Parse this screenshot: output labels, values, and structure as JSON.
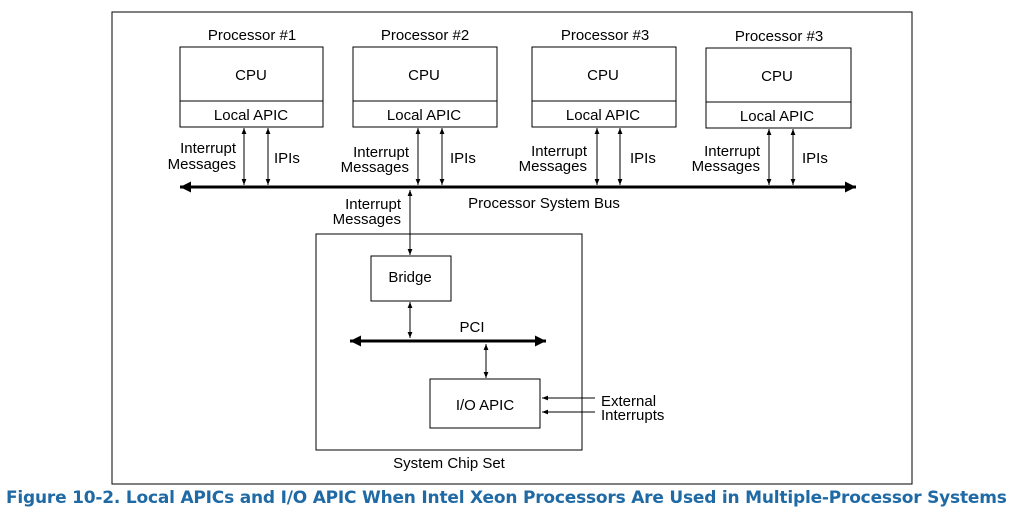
{
  "diagram": {
    "processors": [
      {
        "title": "Processor #1",
        "cpu": "CPU",
        "apic": "Local APIC",
        "msg_line1": "Interrupt",
        "msg_line2": "Messages",
        "ipi": "IPIs"
      },
      {
        "title": "Processor #2",
        "cpu": "CPU",
        "apic": "Local APIC",
        "msg_line1": "Interrupt",
        "msg_line2": "Messages",
        "ipi": "IPIs"
      },
      {
        "title": "Processor #3",
        "cpu": "CPU",
        "apic": "Local APIC",
        "msg_line1": "Interrupt",
        "msg_line2": "Messages",
        "ipi": "IPIs"
      },
      {
        "title": "Processor #3",
        "cpu": "CPU",
        "apic": "Local APIC",
        "msg_line1": "Interrupt",
        "msg_line2": "Messages",
        "ipi": "IPIs"
      }
    ],
    "bus_label": "Processor System Bus",
    "bridge_msg_line1": "Interrupt",
    "bridge_msg_line2": "Messages",
    "bridge": "Bridge",
    "pci": "PCI",
    "io_apic": "I/O APIC",
    "external_line1": "External",
    "external_line2": "Interrupts",
    "chipset": "System Chip Set"
  },
  "caption": "Figure 10-2.  Local APICs and I/O APIC When Intel Xeon Processors Are Used in Multiple-Processor Systems"
}
